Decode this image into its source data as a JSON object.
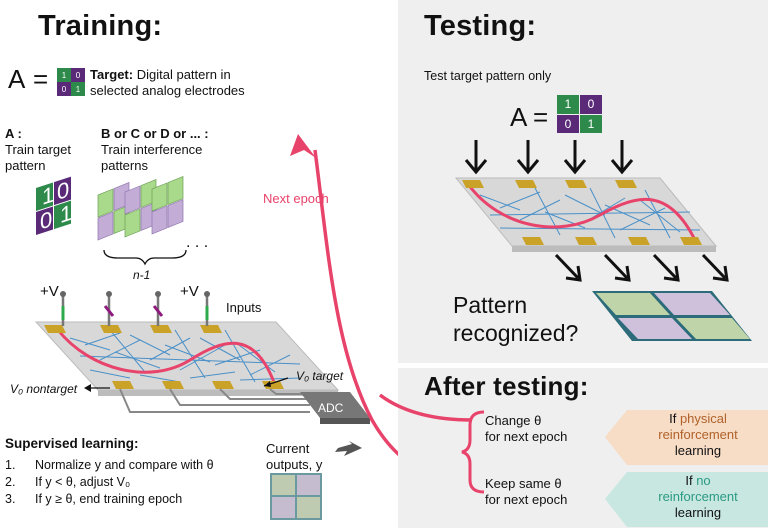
{
  "training": {
    "title": "Training:",
    "eq_var": "A",
    "eq_sign": "=",
    "target_label": "Target:",
    "target_desc_1": "Digital pattern in",
    "target_desc_2": "selected analog electrodes",
    "col_a_head": "A :",
    "col_a_line1": "Train target",
    "col_a_line2": "pattern",
    "col_b_head": "B or C or D or ... :",
    "col_b_line1": "Train interference",
    "col_b_line2": "patterns",
    "dots": ". . .",
    "n_minus_1": "n-1",
    "next_epoch": "Next epoch",
    "plus_v_left": "+V",
    "plus_v_right": "+V",
    "inputs": "Inputs",
    "vo_target": "V₀ target",
    "vo_nontarget": "V₀ nontarget",
    "adc": "ADC",
    "current_outputs_1": "Current",
    "current_outputs_2": "outputs, y",
    "supervised_title": "Supervised learning:",
    "steps": [
      {
        "num": "1.",
        "text": "Normalize y and compare with θ"
      },
      {
        "num": "2.",
        "text": "If y < θ, adjust V₀"
      },
      {
        "num": "3.",
        "text": "If y ≥ θ, end training epoch"
      }
    ]
  },
  "testing": {
    "title": "Testing:",
    "subtitle": "Test target pattern only",
    "eq_var": "A",
    "eq_sign": "=",
    "pattern_q_1": "Pattern",
    "pattern_q_2": "recognized?"
  },
  "after": {
    "title": "After testing:",
    "change_1": "Change θ",
    "change_2": "for next epoch",
    "keep_1": "Keep same θ",
    "keep_2": "for next epoch",
    "physical_if": "If",
    "physical_word": "physical",
    "physical_rest_1": "reinforcement",
    "physical_rest_2": "learning",
    "no_if": "If",
    "no_word": "no",
    "no_rest_1": "reinforcement",
    "no_rest_2": "learning"
  },
  "target_matrix": [
    "1",
    "0",
    "0",
    "1"
  ],
  "colors": {
    "green": "#2d8a4b",
    "purple": "#5a2a78",
    "pink": "#e8436b",
    "gold": "#c9a227",
    "physical_fill": "#f7dcc6",
    "physical_text": "#b0622a",
    "no_fill": "#c8e7e1",
    "no_text": "#2a9a83"
  }
}
